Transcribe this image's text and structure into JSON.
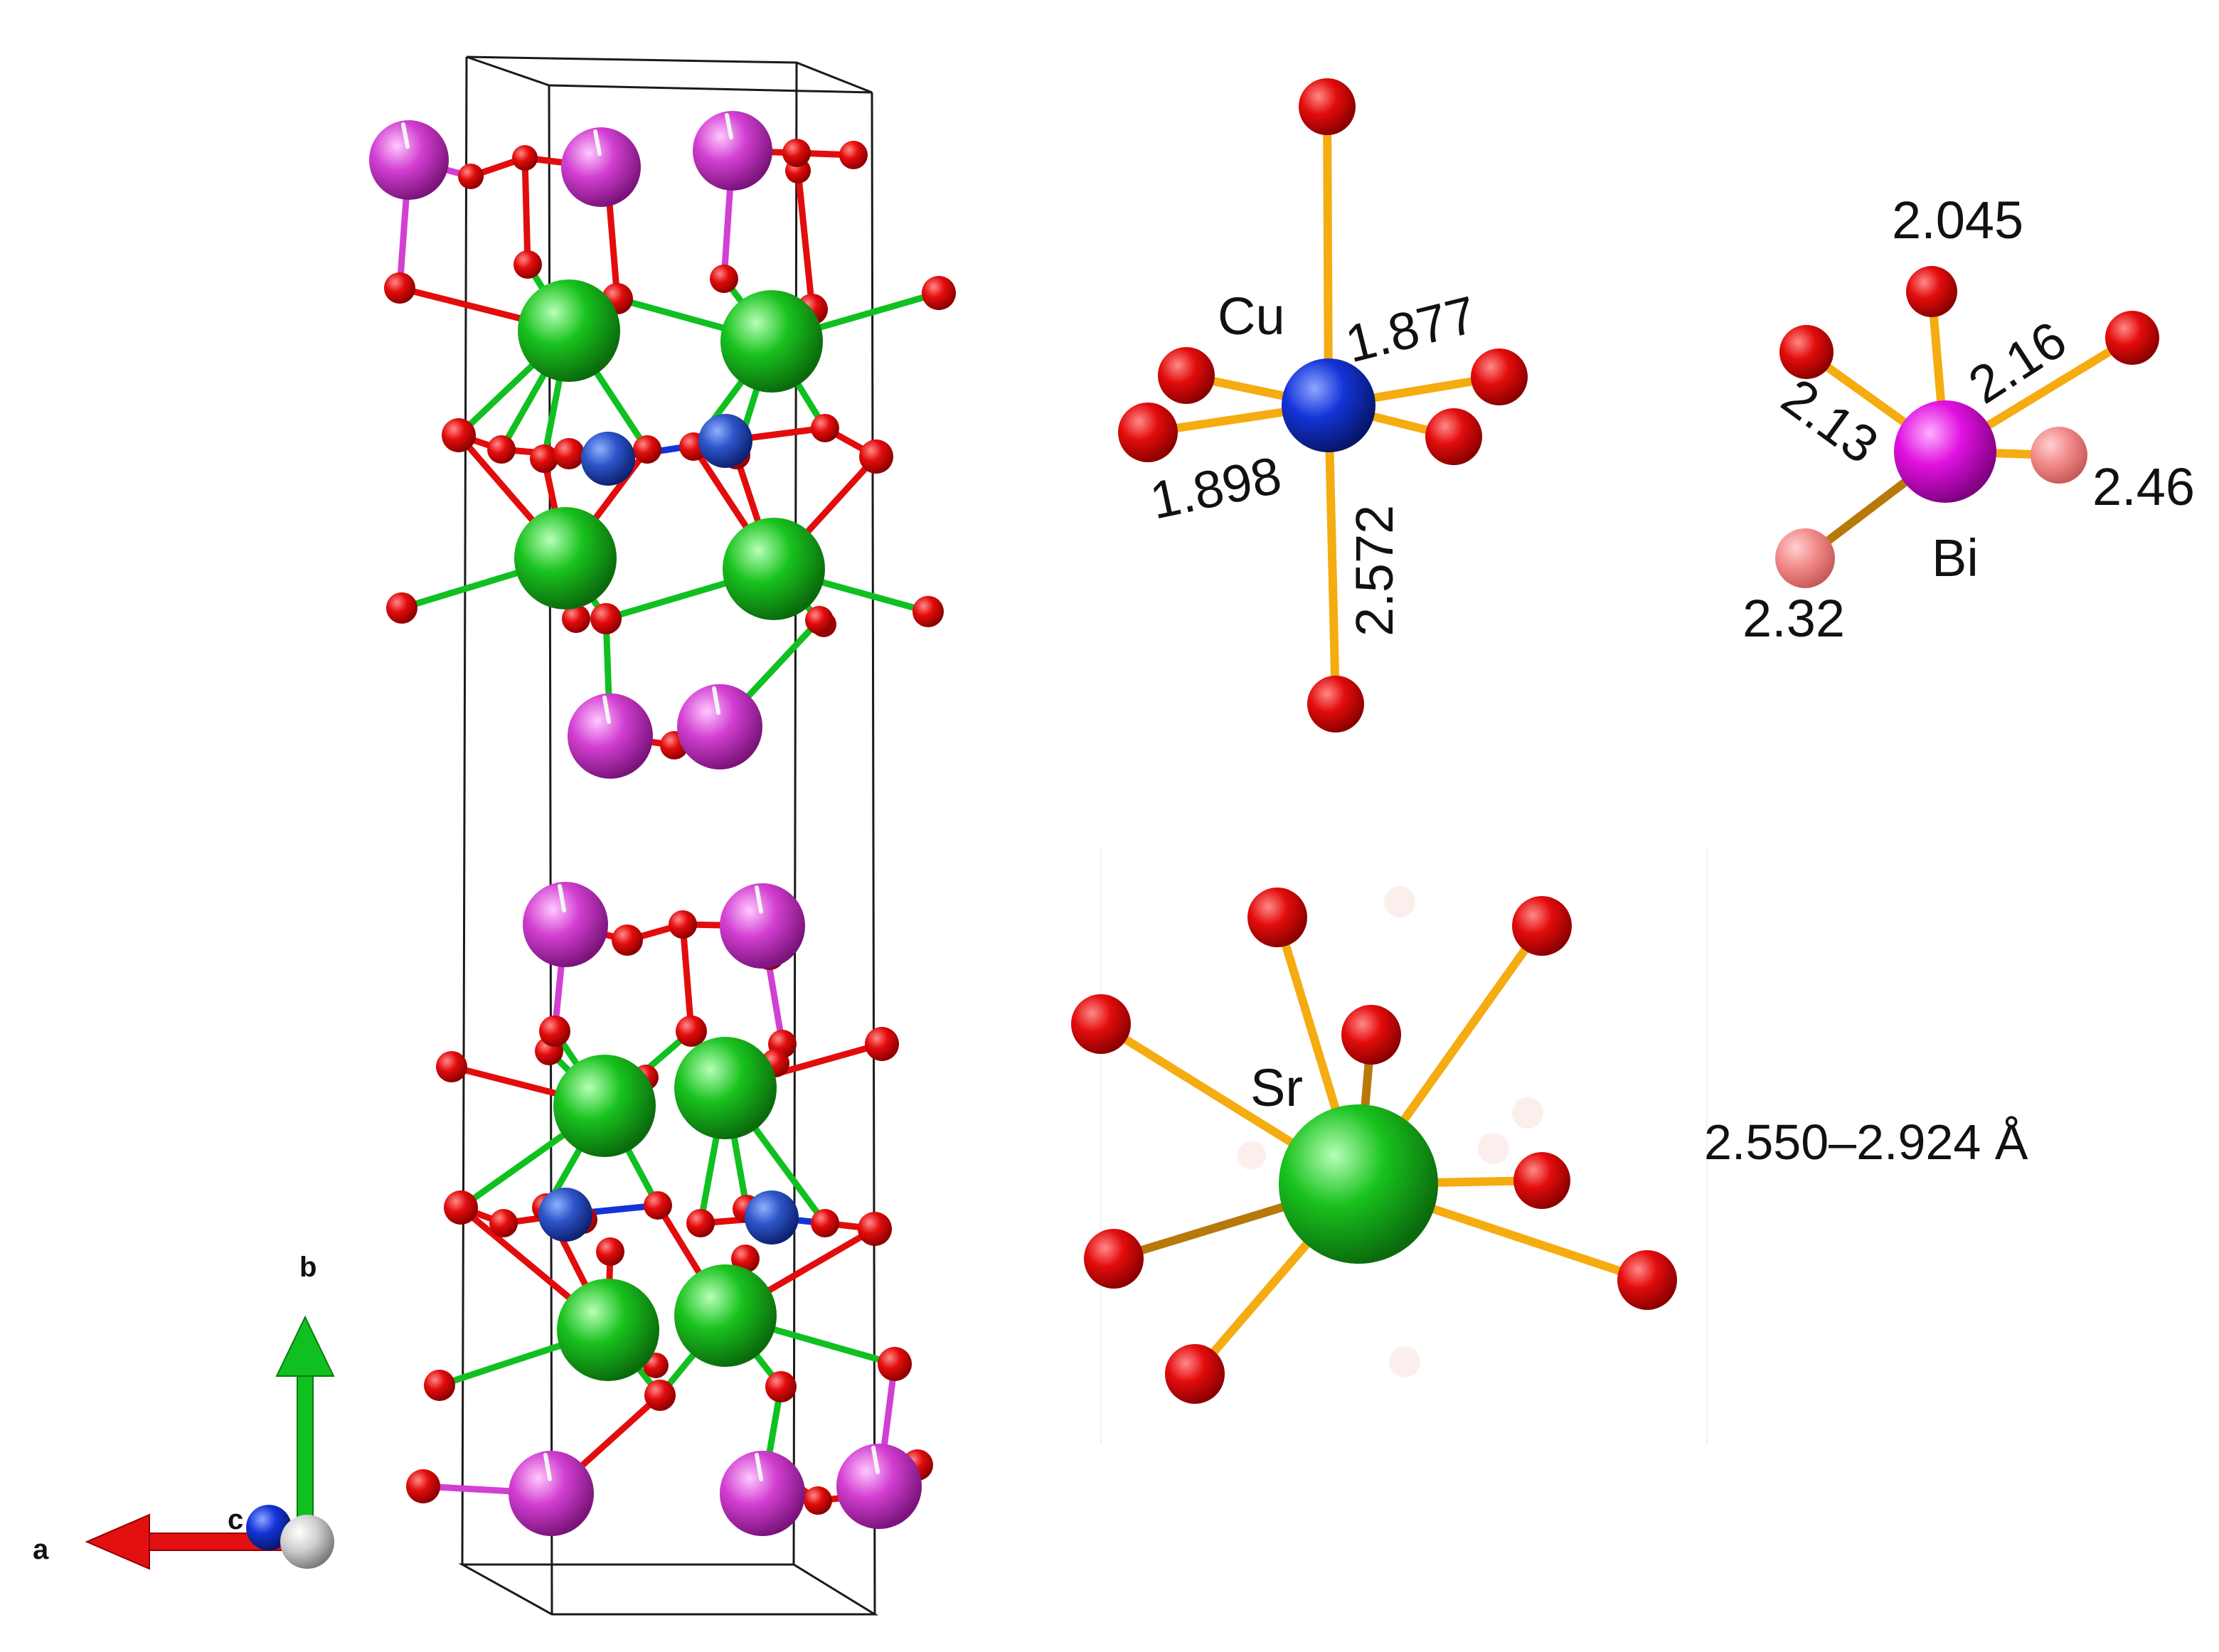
{
  "colors": {
    "Cu": "#1434d8",
    "Sr": "#19c21e",
    "Bi": "#d23fd2",
    "O": "#e30c0c",
    "O_faded": "#f28a8a",
    "bond_highlight": "#f5ac10",
    "bond_shade": "#b8780a",
    "cell_edge": "#1a1a1a",
    "axis_a": "#e21010",
    "axis_b": "#10c020",
    "axis_c": "#1430d0"
  },
  "axes": {
    "a": "a",
    "b": "b",
    "c": "c"
  },
  "cu_panel": {
    "atom": "Cu",
    "bond_lengths": {
      "upper_right": "1.877",
      "left": "1.898",
      "lower": "2.572"
    }
  },
  "bi_panel": {
    "atom": "Bi",
    "bond_lengths": {
      "top": "2.045",
      "upper_right": "2.16",
      "upper_left": "2.13",
      "right": "2.46",
      "lower_left": "2.32"
    }
  },
  "sr_panel": {
    "atom": "Sr",
    "bond_range": "2.550–2.924 Å"
  }
}
